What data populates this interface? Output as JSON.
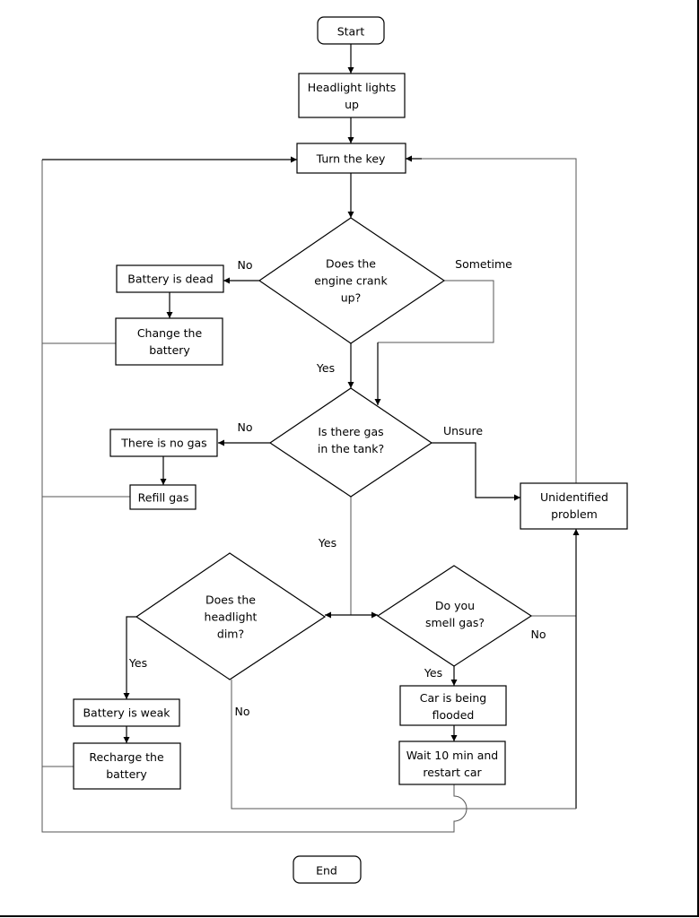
{
  "nodes": {
    "start": [
      "Start"
    ],
    "headlight_lights_up": [
      "Headlight lights",
      "up"
    ],
    "turn_key": [
      "Turn the key"
    ],
    "engine_crank": [
      "Does the",
      "engine crank",
      "up?"
    ],
    "battery_dead": [
      "Battery is dead"
    ],
    "change_battery": [
      "Change the",
      "battery"
    ],
    "gas_in_tank": [
      "Is there gas",
      "in the tank?"
    ],
    "no_gas": [
      "There is no gas"
    ],
    "refill_gas": [
      "Refill gas"
    ],
    "unidentified": [
      "Unidentified",
      "problem"
    ],
    "headlight_dim": [
      "Does the",
      "headlight",
      "dim?"
    ],
    "smell_gas": [
      "Do you",
      "smell gas?"
    ],
    "battery_weak": [
      "Battery is weak"
    ],
    "recharge_battery": [
      "Recharge the",
      "battery"
    ],
    "car_flooded": [
      "Car is being",
      "flooded"
    ],
    "wait_restart": [
      "Wait 10 min and",
      "restart car"
    ],
    "end": [
      "End"
    ]
  },
  "edge_labels": {
    "crank_no": "No",
    "crank_sometime": "Sometime",
    "crank_yes": "Yes",
    "gas_no": "No",
    "gas_unsure": "Unsure",
    "gas_yes": "Yes",
    "smell_no": "No",
    "smell_yes": "Yes",
    "dim_yes": "Yes",
    "dim_no": "No"
  }
}
